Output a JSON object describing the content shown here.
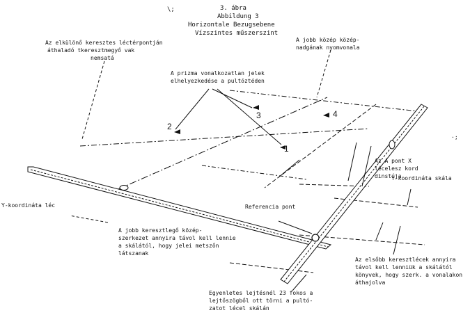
{
  "caption": {
    "line1": "3. ábra",
    "line2": "Abbildung 3",
    "line3": "Horizontale Bezugsebene",
    "line4": "Vízszintes műszerszint"
  },
  "top_mark": "\\;",
  "right_mark": "·;",
  "labels": {
    "horizontal_line": [
      "Az elkülönő keresztes léctérpontján",
      "áthaladó tkeresztmegyő vak",
      "nemsatá"
    ],
    "cross_line": [
      "A jobb közép közép-",
      "nadgának nyomvonala"
    ],
    "prisms": [
      "A prizma vonalkozatlan jelek",
      "elhelyezkedése a pultóztéden"
    ],
    "distance": [
      "Az A pont X",
      "lécelesz kord",
      "dinstúja"
    ],
    "left_staff": "Y-koordináta léc",
    "right_staff": "Y-koordináta skála",
    "reference": "Referencia pont",
    "left_note": [
      "A jobb keresztlegő közép-",
      "szerkezet annyira távol kell lennie",
      "a skálától, hogy jelei metszőn",
      "látszanak"
    ],
    "right_note": [
      "Az elsőbb keresztlécek annyira",
      "távol kell lenniük a skálától",
      "könyvek, hogy szerk. a vonalakon",
      "áthajolva"
    ],
    "bottom_note": [
      "Egyenletes lejtésnél 23 fokos a",
      "lejtőszögből ott törni a pultó-",
      "zatot lécel skálán"
    ]
  },
  "prism_numbers": [
    "1",
    "2",
    "3",
    "4"
  ]
}
